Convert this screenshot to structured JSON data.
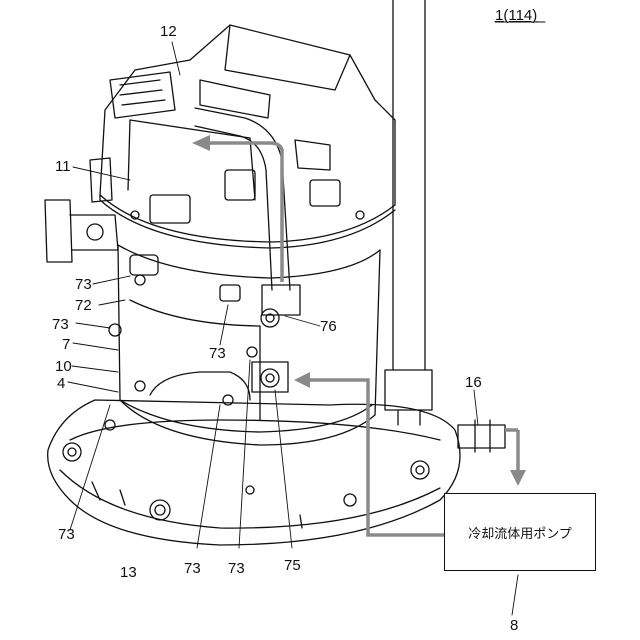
{
  "figure": {
    "figure_label": "1(114)"
  },
  "pump": {
    "label": "冷却流体用ポンプ",
    "ref": "8"
  },
  "refs": {
    "r12": "12",
    "r11": "11",
    "r73a": "73",
    "r72": "72",
    "r73b": "73",
    "r7": "7",
    "r10": "10",
    "r4": "4",
    "r73c": "73",
    "r76": "76",
    "r16": "16",
    "r73d": "73",
    "r13": "13",
    "r73e": "73",
    "r73f": "73",
    "r75": "75"
  },
  "colors": {
    "line": "#111111",
    "flow_arrow": "#8a8a8a"
  }
}
